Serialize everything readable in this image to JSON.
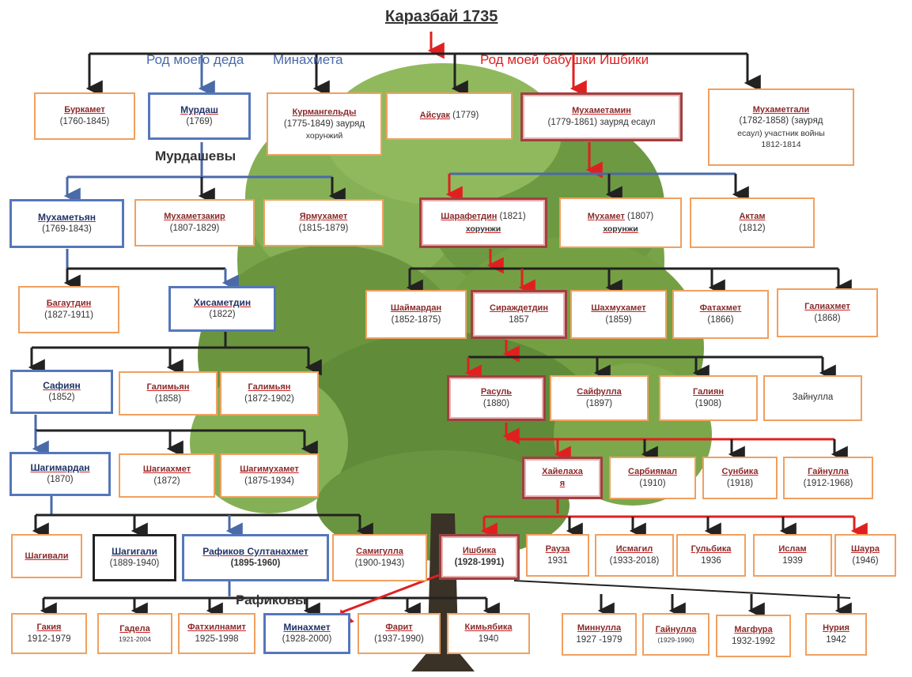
{
  "title": "Каразбай 1735",
  "labels": {
    "grandpa_line": "Род моего деда",
    "minakhmet": "Минахмета",
    "grandma_line": "Род моей бабушки  Ишбики",
    "murdashevs": "Мурдашевы",
    "rafikovs": "Рафиковы"
  },
  "colors": {
    "blue_border": "#5577bb",
    "orange_border": "#f0a060",
    "red_line": "#e02020",
    "black_line": "#222222",
    "tree_foliage": "#5e8f2e"
  },
  "people": {
    "b1": {
      "name": "Буркамет",
      "years": "(1760-1845)"
    },
    "b2": {
      "name": "Мурдаш",
      "years": "(1769)"
    },
    "b3": {
      "name": "Курмангельды",
      "years": "(1775-1849) зауряд",
      "note": "хорунжий"
    },
    "b4": {
      "name": "Айсуак",
      "years": "(1779)"
    },
    "b5": {
      "name": "Мухаметамин",
      "years": "(1779-1861) зауряд есаул"
    },
    "b6": {
      "name": "Мухаметгали",
      "years": "(1782-1858) (зауряд",
      "note": "есаул) участник войны",
      "note2": "1812-1814"
    },
    "c1": {
      "name": "Мухаметьян",
      "years": "(1769-1843)"
    },
    "c2": {
      "name": "Мухаметзакир",
      "years": "(1807-1829)"
    },
    "c3": {
      "name": "Ярмухамет",
      "years": "(1815-1879)"
    },
    "c4": {
      "name": "Шарафетдин",
      "years": "(1821)",
      "note": "хорунжи"
    },
    "c5": {
      "name": "Мухамет",
      "years": "(1807)",
      "note": "хорунжи"
    },
    "c6": {
      "name": "Актам",
      "years": "(1812)"
    },
    "d1": {
      "name": "Багаутдин",
      "years": "(1827-1911)"
    },
    "d2": {
      "name": "Хисаметдин",
      "years": "(1822)"
    },
    "e1": {
      "name": "Шаймардан",
      "years": "(1852-1875)"
    },
    "e2": {
      "name": "Сираждетдин",
      "years": "1857"
    },
    "e3": {
      "name": "Шахмухамет",
      "years": "(1859)"
    },
    "e4": {
      "name": "Фатахмет",
      "years": "(1866)"
    },
    "e5": {
      "name": "Галиахмет",
      "years": "(1868)"
    },
    "f1": {
      "name": "Сафиян",
      "years": "(1852)"
    },
    "f2": {
      "name": "Галимьян",
      "years": "(1858)"
    },
    "f3": {
      "name": "Галимьян",
      "years": "(1872-1902)"
    },
    "g1": {
      "name": "Расуль",
      "years": "(1880)"
    },
    "g2": {
      "name": "Сайфулла",
      "years": "(1897)"
    },
    "g3": {
      "name": "Галиян",
      "years": "(1908)"
    },
    "g4": {
      "name": "Зайнулла"
    },
    "h1": {
      "name": "Шагимардан",
      "years": "(1870)"
    },
    "h2": {
      "name": "Шагиахмет",
      "years": "(1872)"
    },
    "h3": {
      "name": "Шагимухамет",
      "years": "(1875-1934)"
    },
    "i1": {
      "name": "Хайелаха",
      "years": "я"
    },
    "i2": {
      "name": "Сарбиямал",
      "years": "(1910)"
    },
    "i3": {
      "name": "Сунбика",
      "years": "(1918)"
    },
    "i4": {
      "name": "Гайнулла",
      "years": "(1912-1968)"
    },
    "j1": {
      "name": "Шагивали"
    },
    "j2": {
      "name": "Шагигали",
      "years": "(1889-1940)"
    },
    "j3": {
      "name": "Рафиков Султанахмет",
      "years": "(1895-1960)"
    },
    "j4": {
      "name": "Самигулла",
      "years": "(1900-1943)"
    },
    "j5": {
      "name": "Ишбика",
      "years": "(1928-1991)"
    },
    "j6": {
      "name": "Рауза",
      "years": "1931"
    },
    "j7": {
      "name": "Исмагил",
      "years": "(1933-2018)"
    },
    "j8": {
      "name": "Гульбика",
      "years": "1936"
    },
    "j9": {
      "name": "Ислам",
      "years": "1939"
    },
    "j10": {
      "name": "Шаура",
      "years": "(1946)"
    },
    "k1": {
      "name": "Гакия",
      "years": "1912-1979"
    },
    "k2": {
      "name": "Гадела",
      "years": "1921-2004"
    },
    "k3": {
      "name": "Фатхилнамит",
      "years": "1925-1998"
    },
    "k4": {
      "name": "Минахмет",
      "years": "(1928-2000)"
    },
    "k5": {
      "name": "Фарит",
      "years": "(1937-1990)"
    },
    "k6": {
      "name": "Кимьябика",
      "years": "1940"
    },
    "k7": {
      "name": "Миннулла",
      "years": "1927 -1979"
    },
    "k8": {
      "name": "Гайнулла",
      "years": "(1929-1990)"
    },
    "k9": {
      "name": "Магфура",
      "years": "1932-1992"
    },
    "k10": {
      "name": "Нурия",
      "years": "1942"
    }
  }
}
